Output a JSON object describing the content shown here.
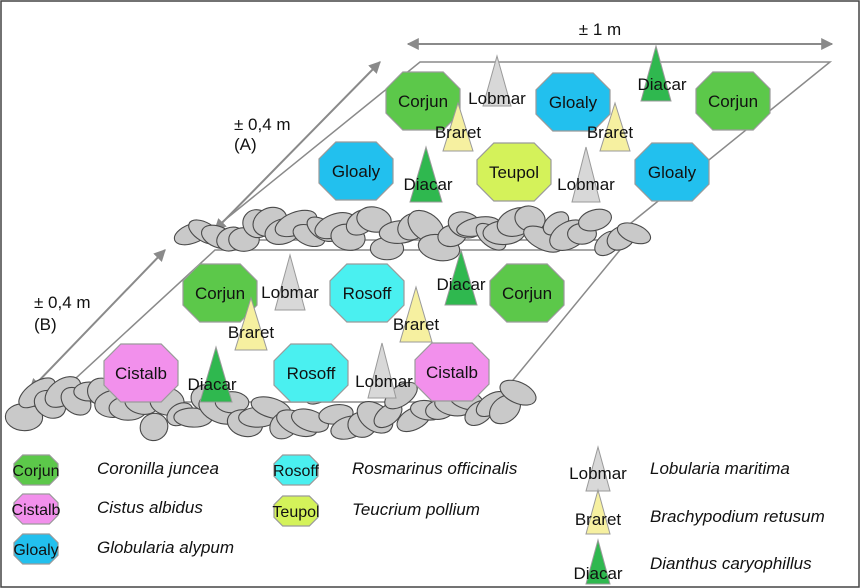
{
  "dimensions": {
    "width_label": "± 1 m",
    "depth_label_a": "± 0,4 m",
    "section_a": "(A)",
    "depth_label_b": "± 0,4 m",
    "section_b": "(B)"
  },
  "colors": {
    "corjun": "#5cc84a",
    "gloaly": "#22c0ee",
    "teupol": "#d4f25a",
    "rosoff": "#4af0f0",
    "cistalb": "#f290ec",
    "diacar": "#2fb84f",
    "braret": "#f6f0a0",
    "lobmar": "#d8d8d8",
    "stone": "#c9c9c9",
    "frame": "#8a8a8a"
  },
  "plot_a": {
    "plants": [
      {
        "code": "Corjun",
        "shape": "octagon",
        "color": "corjun"
      },
      {
        "code": "Lobmar",
        "shape": "triangle",
        "color": "lobmar"
      },
      {
        "code": "Gloaly",
        "shape": "octagon",
        "color": "gloaly"
      },
      {
        "code": "Diacar",
        "shape": "triangle",
        "color": "diacar"
      },
      {
        "code": "Corjun",
        "shape": "octagon",
        "color": "corjun"
      },
      {
        "code": "Braret",
        "shape": "triangle",
        "color": "braret"
      },
      {
        "code": "Braret",
        "shape": "triangle",
        "color": "braret"
      },
      {
        "code": "Gloaly",
        "shape": "octagon",
        "color": "gloaly"
      },
      {
        "code": "Diacar",
        "shape": "triangle",
        "color": "diacar"
      },
      {
        "code": "Teupol",
        "shape": "octagon",
        "color": "teupol"
      },
      {
        "code": "Lobmar",
        "shape": "triangle",
        "color": "lobmar"
      },
      {
        "code": "Gloaly",
        "shape": "octagon",
        "color": "gloaly"
      }
    ]
  },
  "plot_b": {
    "plants": [
      {
        "code": "Corjun",
        "shape": "octagon",
        "color": "corjun"
      },
      {
        "code": "Lobmar",
        "shape": "triangle",
        "color": "lobmar"
      },
      {
        "code": "Rosoff",
        "shape": "octagon",
        "color": "rosoff"
      },
      {
        "code": "Diacar",
        "shape": "triangle",
        "color": "diacar"
      },
      {
        "code": "Corjun",
        "shape": "octagon",
        "color": "corjun"
      },
      {
        "code": "Braret",
        "shape": "triangle",
        "color": "braret"
      },
      {
        "code": "Braret",
        "shape": "triangle",
        "color": "braret"
      },
      {
        "code": "Cistalb",
        "shape": "octagon",
        "color": "cistalb"
      },
      {
        "code": "Diacar",
        "shape": "triangle",
        "color": "diacar"
      },
      {
        "code": "Rosoff",
        "shape": "octagon",
        "color": "rosoff"
      },
      {
        "code": "Lobmar",
        "shape": "triangle",
        "color": "lobmar"
      },
      {
        "code": "Cistalb",
        "shape": "octagon",
        "color": "cistalb"
      }
    ]
  },
  "legend": [
    {
      "code": "Corjun",
      "name": "Coronilla juncea",
      "shape": "octagon",
      "color": "corjun"
    },
    {
      "code": "Cistalb",
      "name": "Cistus albidus",
      "shape": "octagon",
      "color": "cistalb"
    },
    {
      "code": "Gloaly",
      "name": "Globularia alypum",
      "shape": "octagon",
      "color": "gloaly"
    },
    {
      "code": "Rosoff",
      "name": "Rosmarinus officinalis",
      "shape": "octagon",
      "color": "rosoff"
    },
    {
      "code": "Teupol",
      "name": "Teucrium pollium",
      "shape": "octagon",
      "color": "teupol"
    },
    {
      "code": "Lobmar",
      "name": "Lobularia maritima",
      "shape": "triangle",
      "color": "lobmar"
    },
    {
      "code": "Braret",
      "name": "Brachypodium retusum",
      "shape": "triangle",
      "color": "braret"
    },
    {
      "code": "Diacar",
      "name": "Dianthus caryophillus",
      "shape": "triangle",
      "color": "diacar"
    }
  ]
}
